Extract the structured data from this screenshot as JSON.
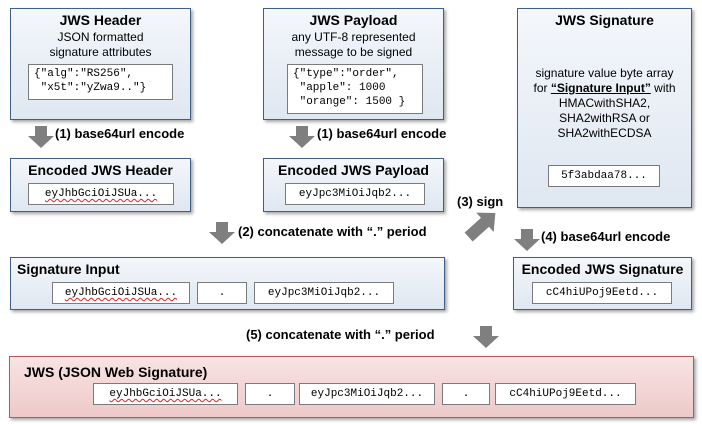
{
  "header_box": {
    "title": "JWS Header",
    "desc": [
      "JSON formatted",
      "signature attributes"
    ],
    "code": [
      "{\"alg\":\"RS256\",",
      " \"x5t\":\"yZwa9..\"}"
    ]
  },
  "payload_box": {
    "title": "JWS Payload",
    "desc": [
      "any UTF-8 represented",
      "message to be signed"
    ],
    "code": [
      "{\"type\":\"order\",",
      " \"apple\": 1000",
      " \"orange\": 1500 }"
    ]
  },
  "signature_box": {
    "title": "JWS Signature",
    "desc_line1": "signature value byte array",
    "desc_for": "for ",
    "desc_strong": "“Signature Input”",
    "desc_with": " with",
    "desc_rest": [
      "HMACwithSHA2,",
      "SHA2withRSA or",
      "SHA2withECDSA"
    ],
    "code": "5f3abdaa78..."
  },
  "steps": {
    "s1a": "(1) base64url encode",
    "s1b": "(1) base64url encode",
    "s2": "(2) concatenate with “.” period",
    "s3": "(3) sign",
    "s4": "(4) base64url encode",
    "s5": "(5) concatenate with “.” period"
  },
  "encoded_header": {
    "title": "Encoded JWS Header",
    "code": "eyJhbGciOiJSUa..."
  },
  "encoded_payload": {
    "title": "Encoded JWS Payload",
    "code": "eyJpc3MiOiJqb2..."
  },
  "encoded_signature": {
    "title": "Encoded JWS Signature",
    "code": "cC4hiUPoj9Eetd..."
  },
  "signature_input": {
    "title": "Signature Input",
    "header": "eyJhbGciOiJSUa...",
    "dot": ".",
    "payload": "eyJpc3MiOiJqb2..."
  },
  "jws": {
    "title": "JWS (JSON Web Signature)",
    "header": "eyJhbGciOiJSUa...",
    "dot1": ".",
    "payload": "eyJpc3MiOiJqb2...",
    "dot2": ".",
    "signature": "cC4hiUPoj9Eetd..."
  },
  "colors": {
    "box_border": "#3f5f86",
    "box_fill": "#e6edf5",
    "jws_fill": "#f2d5d5",
    "jws_border": "#b05a5a",
    "arrow": "#7f7f7f"
  }
}
